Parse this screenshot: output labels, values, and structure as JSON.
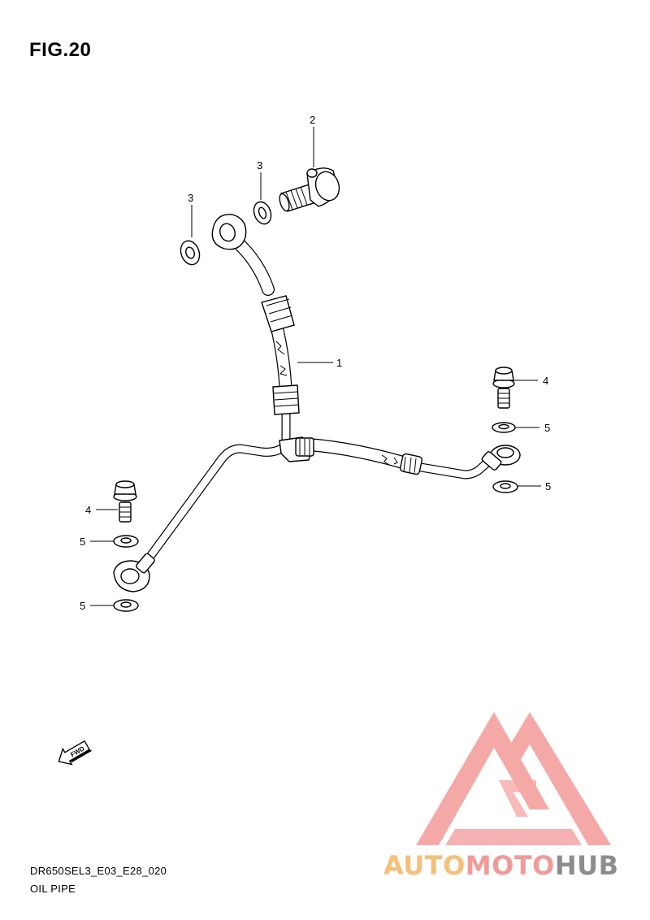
{
  "figure": {
    "title": "FIG.20",
    "drawing_code": "DR650SEL3_E03_E28_020",
    "caption": "OIL PIPE"
  },
  "callouts": [
    {
      "id": "c1",
      "label": "1"
    },
    {
      "id": "c2",
      "label": "2"
    },
    {
      "id": "c3a",
      "label": "3"
    },
    {
      "id": "c3b",
      "label": "3"
    },
    {
      "id": "c4a",
      "label": "4"
    },
    {
      "id": "c4b",
      "label": "4"
    },
    {
      "id": "c5a",
      "label": "5"
    },
    {
      "id": "c5b",
      "label": "5"
    },
    {
      "id": "c5c",
      "label": "5"
    },
    {
      "id": "c5d",
      "label": "5"
    }
  ],
  "fwd_arrow": {
    "label": "FWD"
  },
  "watermark": {
    "part1": "AUTO",
    "part2": "MOTO",
    "part3": "HUB",
    "colors": {
      "auto": "#f6bf7a",
      "moto": "#f29a97",
      "hub": "#8d8d8d",
      "logo": "#f39b98"
    }
  }
}
